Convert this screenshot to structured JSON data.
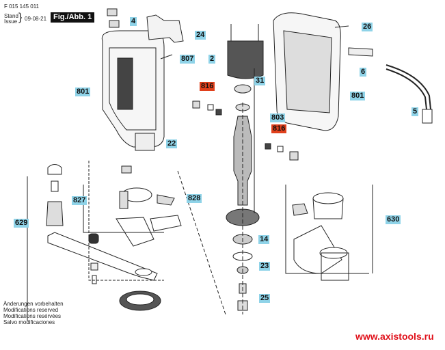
{
  "header": {
    "doc_number": "F 015 145 011",
    "stand_label": "Stand",
    "issue_label": "Issue",
    "date": "09-08-21",
    "figure_label": "Fig./Abb. 1"
  },
  "part_labels": [
    {
      "id": "4",
      "style": "blue"
    },
    {
      "id": "24",
      "style": "blue"
    },
    {
      "id": "807",
      "style": "blue"
    },
    {
      "id": "801",
      "style": "blue"
    },
    {
      "id": "22",
      "style": "blue"
    },
    {
      "id": "2",
      "style": "blue"
    },
    {
      "id": "816",
      "style": "red"
    },
    {
      "id": "31",
      "style": "blue"
    },
    {
      "id": "803",
      "style": "blue"
    },
    {
      "id": "816",
      "style": "red"
    },
    {
      "id": "26",
      "style": "blue"
    },
    {
      "id": "6",
      "style": "blue"
    },
    {
      "id": "801",
      "style": "blue"
    },
    {
      "id": "5",
      "style": "blue"
    },
    {
      "id": "827",
      "style": "blue"
    },
    {
      "id": "828",
      "style": "blue"
    },
    {
      "id": "629",
      "style": "blue"
    },
    {
      "id": "14",
      "style": "blue"
    },
    {
      "id": "23",
      "style": "blue"
    },
    {
      "id": "25",
      "style": "blue"
    },
    {
      "id": "630",
      "style": "blue"
    }
  ],
  "notes": [
    "Änderungen vorbehalten",
    "Modifications reserved",
    "Modifications resérvées",
    "Salvo modificaciones"
  ],
  "watermark": "www.axistools.ru",
  "colors": {
    "label_blue": "#8fd3e8",
    "label_red": "#e0401c",
    "watermark_red": "#e0101a"
  }
}
